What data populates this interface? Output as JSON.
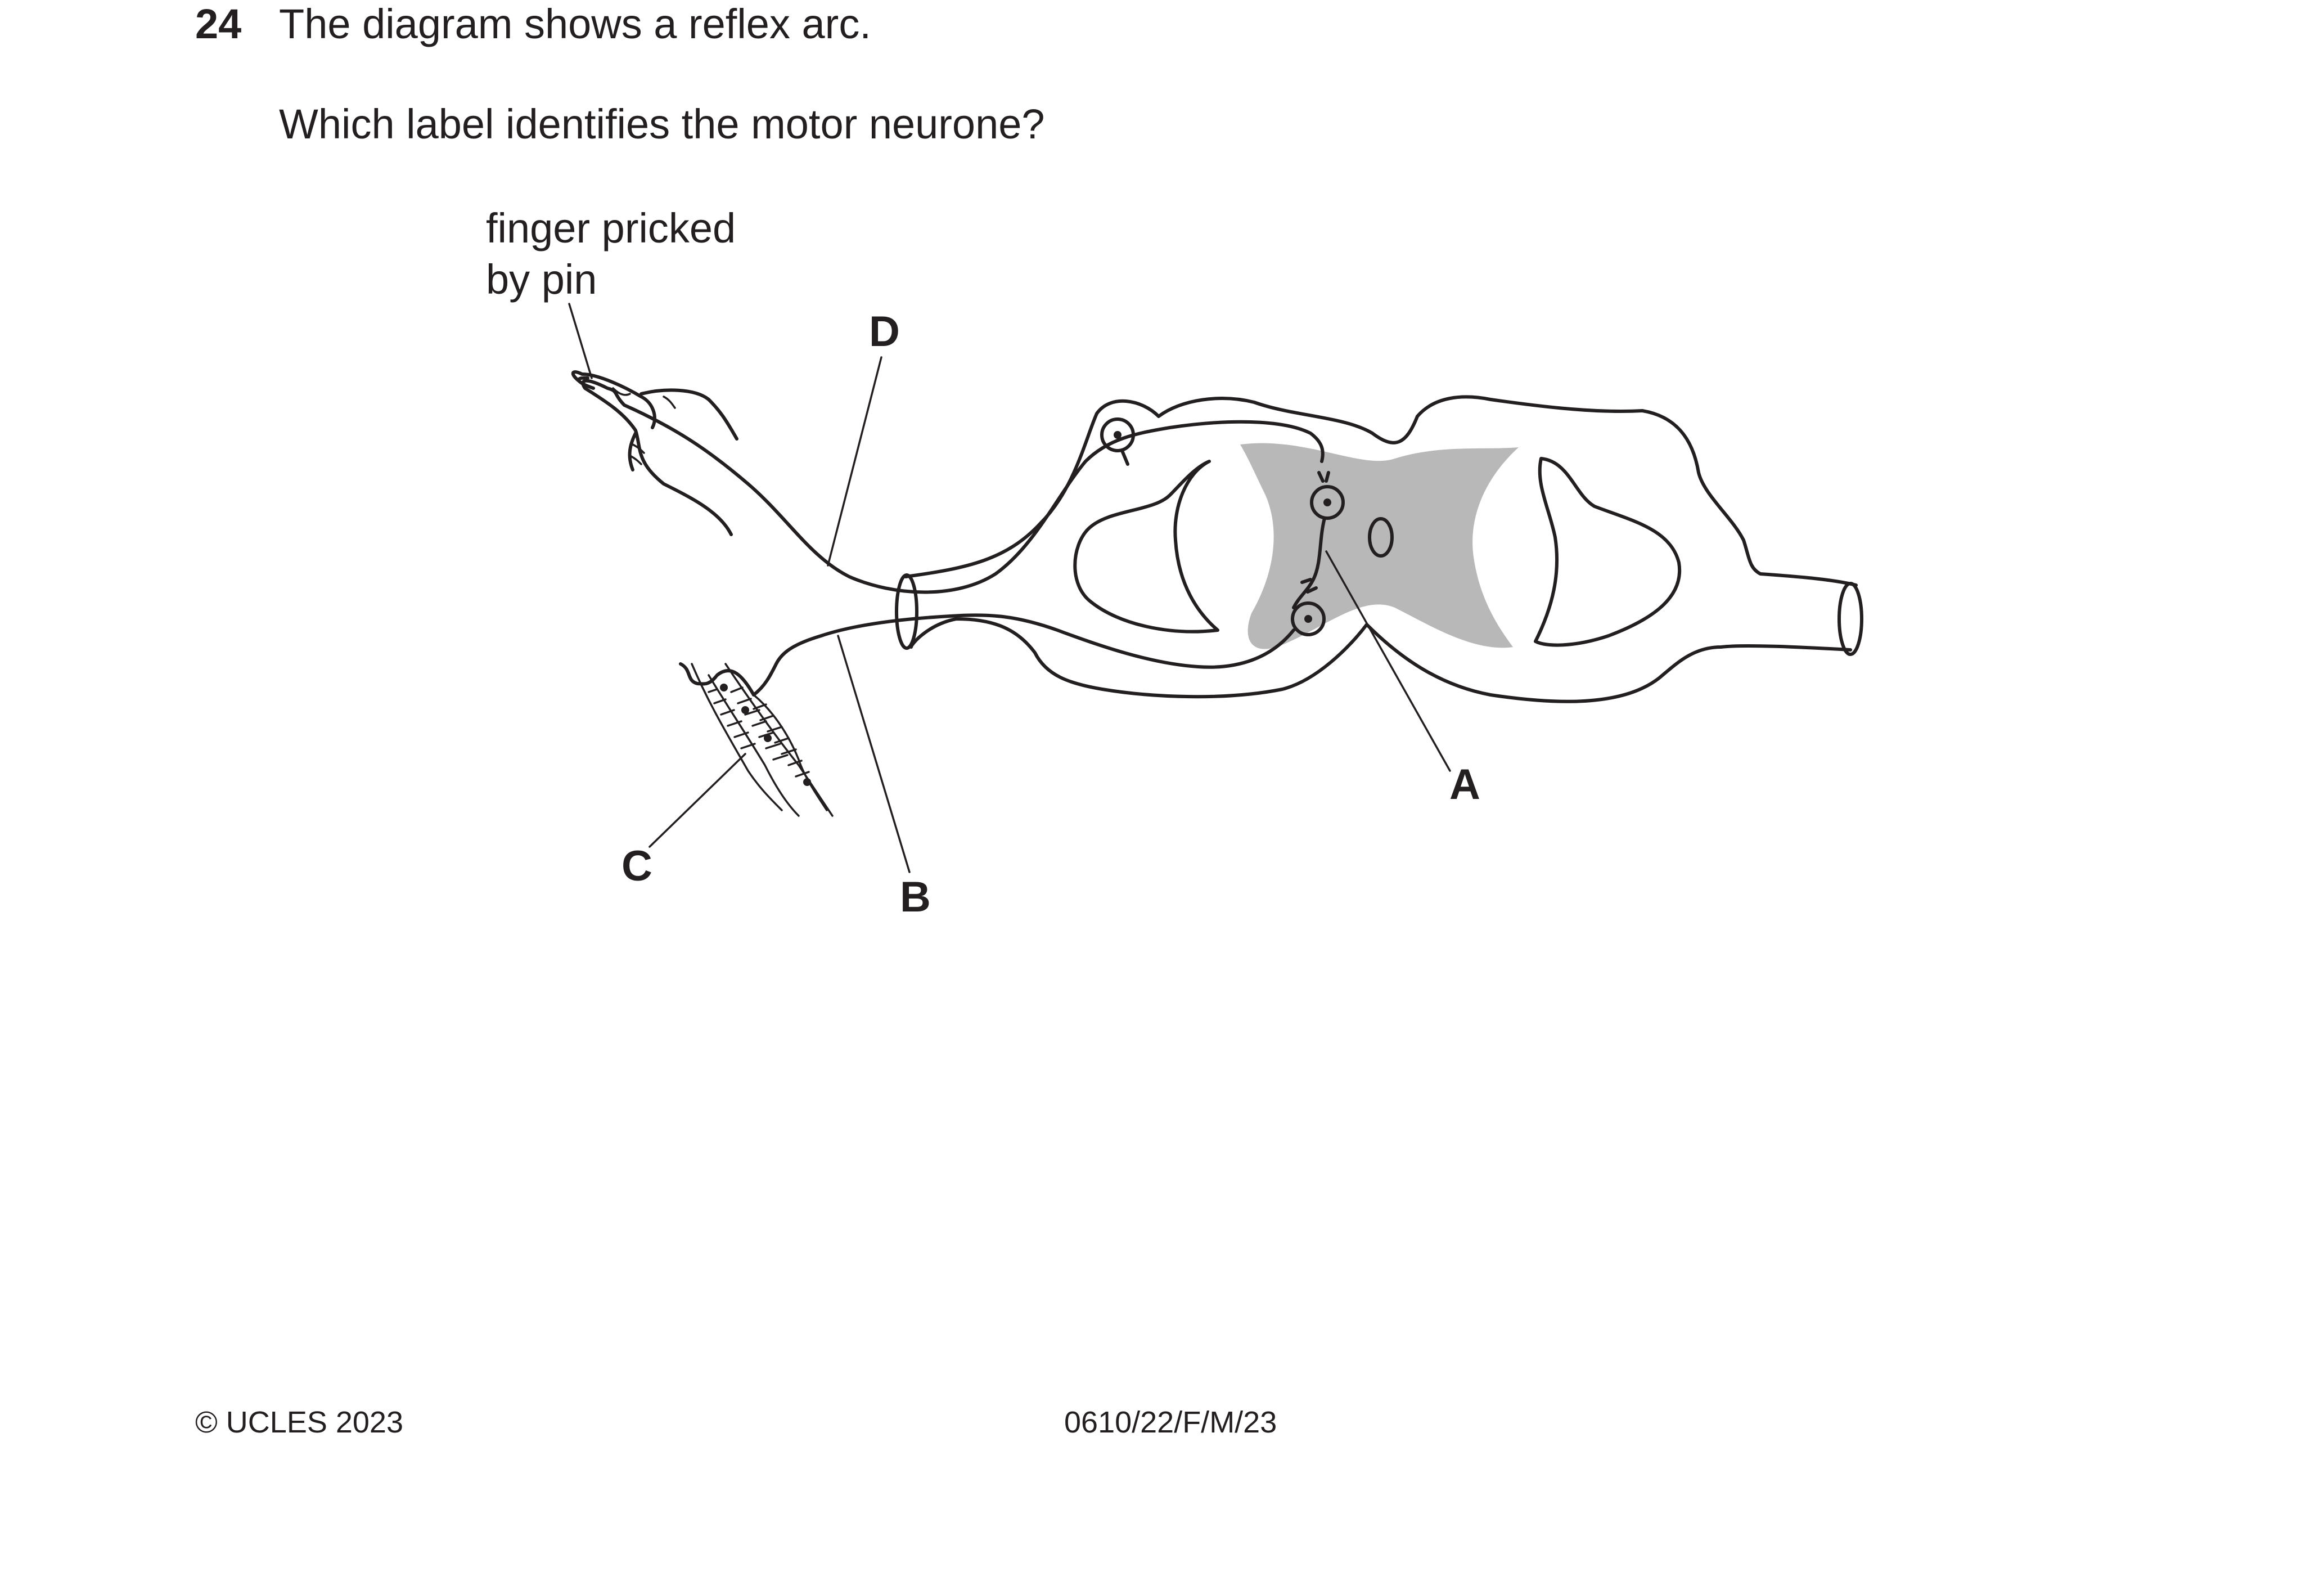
{
  "question": {
    "number": "24",
    "text": "The diagram shows a reflex arc.",
    "prompt": "Which label identifies the motor neurone?"
  },
  "diagram": {
    "caption_line1": "finger pricked",
    "caption_line2": "by pin",
    "labels": {
      "a": "A",
      "b": "B",
      "c": "C",
      "d": "D"
    }
  },
  "footer": {
    "copyright": "© UCLES 2023",
    "code": "0610/22/F/M/23"
  }
}
